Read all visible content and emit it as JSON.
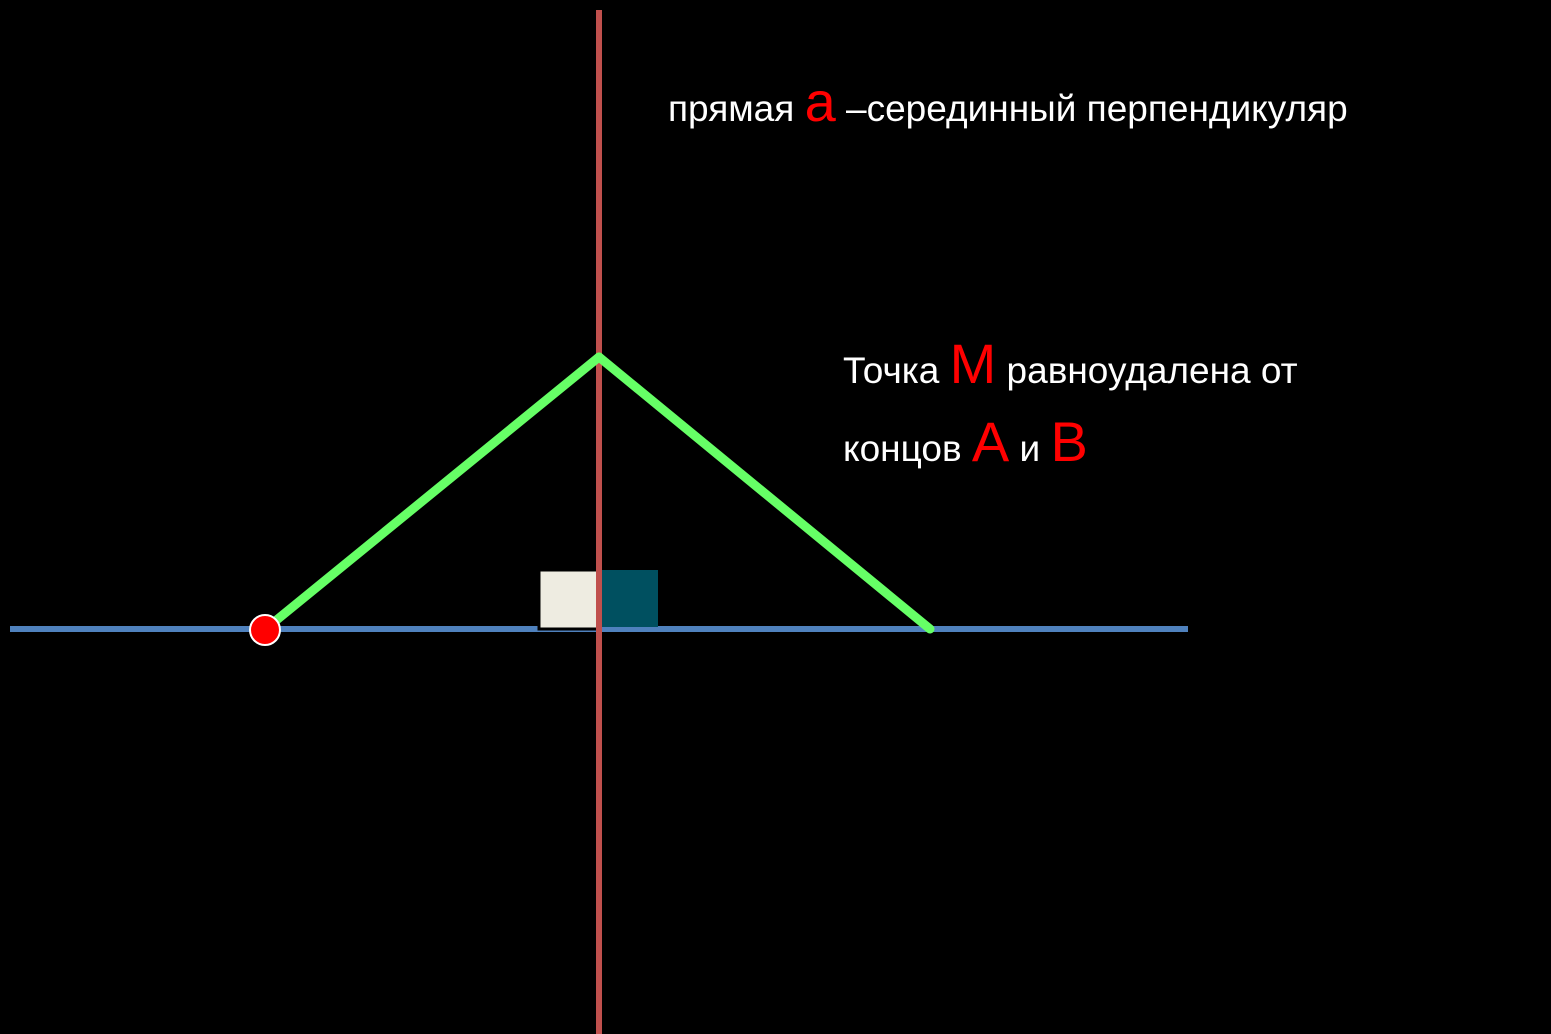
{
  "captions": {
    "top": {
      "prefix": "прямая ",
      "accent": "а",
      "suffix": " –серединный перпендикуляр"
    },
    "statement_line1": {
      "prefix": "Точка ",
      "accent": "М",
      "suffix": " равноудалена от"
    },
    "statement_line2": {
      "prefix": "концов ",
      "accent_a": "А",
      "middle": " и ",
      "accent_b": "В"
    }
  },
  "colors": {
    "background": "#000000",
    "text": "#ffffff",
    "accent": "#ff0000",
    "segment_line": "#4f81bd",
    "perpendicular": "#c0504d",
    "equal_sides": "#66ff66",
    "right_angle_left": "#eeece1",
    "right_angle_right": "#005060",
    "point": "#ff0000"
  }
}
